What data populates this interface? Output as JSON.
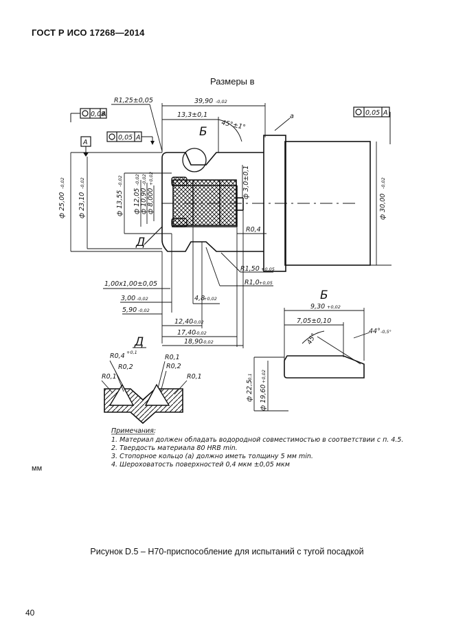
{
  "header": {
    "standard": "ГОСТ Р ИСО 17268—2014"
  },
  "sizes_label": "Размеры в",
  "units_label": "мм",
  "caption": "Рисунок D.5 – Н70-приспособление для испытаний с тугой посадкой",
  "page_number": "40",
  "drawing": {
    "tolerance_frames": [
      {
        "value": "0,08",
        "datum": "A"
      },
      {
        "value": "0,05",
        "datum": "A"
      },
      {
        "value": "0,05",
        "datum": "A"
      }
    ],
    "datum_label": "A",
    "dimensions": {
      "r125": "R1,25±0,05",
      "len3990": "39,90",
      "len3990_tol": "-0,02",
      "len133": "13,3±0,1",
      "angle45": "45°±1°",
      "a_mark": "a",
      "view_b": "Б",
      "view_d": "Д",
      "d25": "ф 25,00",
      "d25_tol": "-0,02",
      "d2310": "ф 23,10",
      "d2310_tol": "-0,02",
      "d1355": "ф 13,55",
      "d1355_tol": "-0,02",
      "d1205": "ф 12,05",
      "d1205_tol": "-0,02",
      "d1090": "ф 10,90",
      "d1090_tol": "-0,02",
      "d8": "ф 8,000",
      "d8_tol": "+0,02",
      "d3": "ф 3,0±0,1",
      "d30": "ф 30,00",
      "d30_tol": "-0,02",
      "r04": "R0,4",
      "r150": "R1,50",
      "r150_tol": "+0,05",
      "r10": "R1,0",
      "r10_tol": "+0,05",
      "chamfer": "1,00x1,00±0,05",
      "len300": "3,00",
      "len300_tol": "-0,02",
      "len48": "4,8",
      "len48_tol": "+0,02",
      "len590": "5,90",
      "len590_tol": "-0,02",
      "len1240": "12,40",
      "len1240_tol": "-0,02",
      "len1740": "17,40",
      "len1740_tol": "-0,02",
      "len1890": "18,90",
      "len1890_tol": "-0,02"
    },
    "detail_b": {
      "len930": "9,30",
      "len930_tol": "+0,02",
      "len705": "7,05±0,10",
      "angle44": "44°",
      "angle44_tol": "-0,5°",
      "angle45": "45°",
      "d225": "ф 22,5",
      "d225_tol": "-0,1",
      "d1960": "ф 19,60",
      "d1960_tol": "+0,02"
    },
    "detail_d": {
      "r04": "R0,4",
      "r04_tol": "+0,1",
      "r02a": "R0,2",
      "r01a": "R0,1",
      "r01b": "R0,1",
      "r02b": "R0,2",
      "r01c": "R0,1"
    }
  },
  "notes": {
    "title": "Примечания:",
    "items": [
      "1. Материал должен обладать водородной совместимостью в соответствии с п. 4.5.",
      "2. Твердость материала 80 HRB min.",
      "3. Стопорное кольцо (а) должно иметь толщину 5 мм min.",
      "4.  Шероховатость  поверхностей  0,4 мкм ±0,05 мкм"
    ]
  }
}
